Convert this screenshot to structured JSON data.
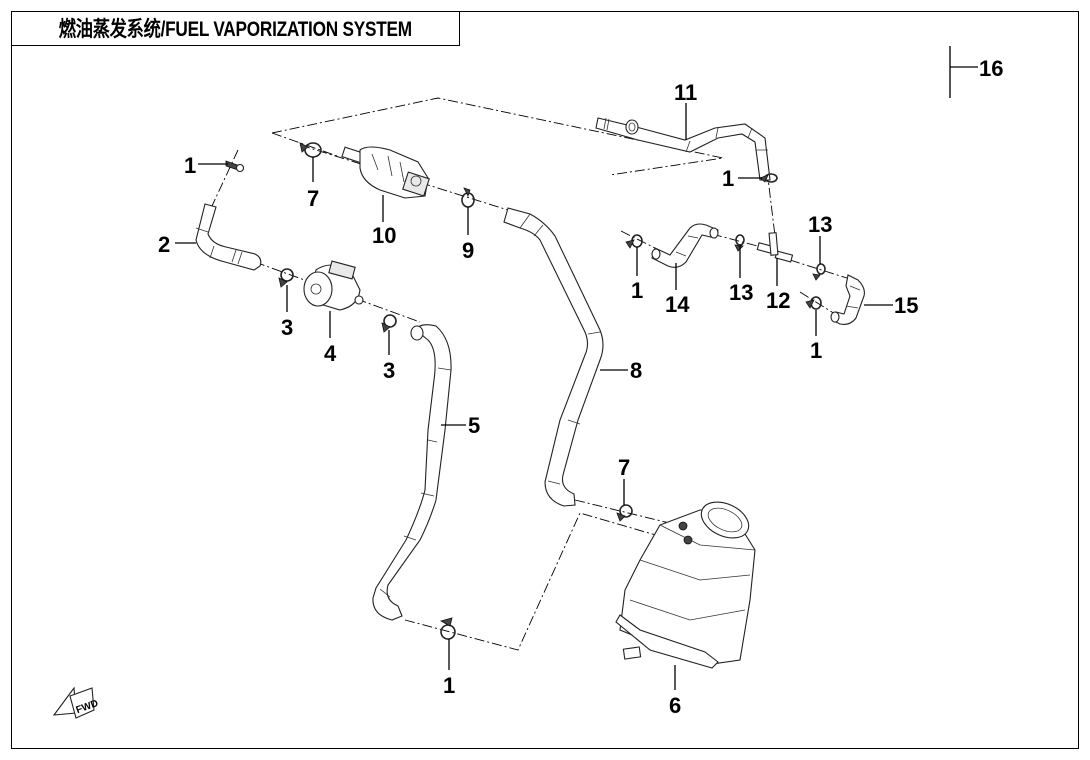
{
  "title": "燃油蒸发系统/FUEL VAPORIZATION SYSTEM",
  "diagram": {
    "type": "exploded-parts-diagram",
    "fwd_marker": "FWD",
    "callouts": [
      {
        "id": "c1a",
        "label": "1"
      },
      {
        "id": "c2",
        "label": "2"
      },
      {
        "id": "c7a",
        "label": "7"
      },
      {
        "id": "c10",
        "label": "10"
      },
      {
        "id": "c9",
        "label": "9"
      },
      {
        "id": "c3a",
        "label": "3"
      },
      {
        "id": "c4",
        "label": "4"
      },
      {
        "id": "c3b",
        "label": "3"
      },
      {
        "id": "c5",
        "label": "5"
      },
      {
        "id": "c8",
        "label": "8"
      },
      {
        "id": "c1b",
        "label": "1"
      },
      {
        "id": "c11",
        "label": "11"
      },
      {
        "id": "c1c",
        "label": "1"
      },
      {
        "id": "c13a",
        "label": "13"
      },
      {
        "id": "c1d",
        "label": "1"
      },
      {
        "id": "c14",
        "label": "14"
      },
      {
        "id": "c13b",
        "label": "13"
      },
      {
        "id": "c12",
        "label": "12"
      },
      {
        "id": "c15",
        "label": "15"
      },
      {
        "id": "c1e",
        "label": "1"
      },
      {
        "id": "c7b",
        "label": "7"
      },
      {
        "id": "c6",
        "label": "6"
      },
      {
        "id": "c16",
        "label": "16"
      }
    ]
  }
}
